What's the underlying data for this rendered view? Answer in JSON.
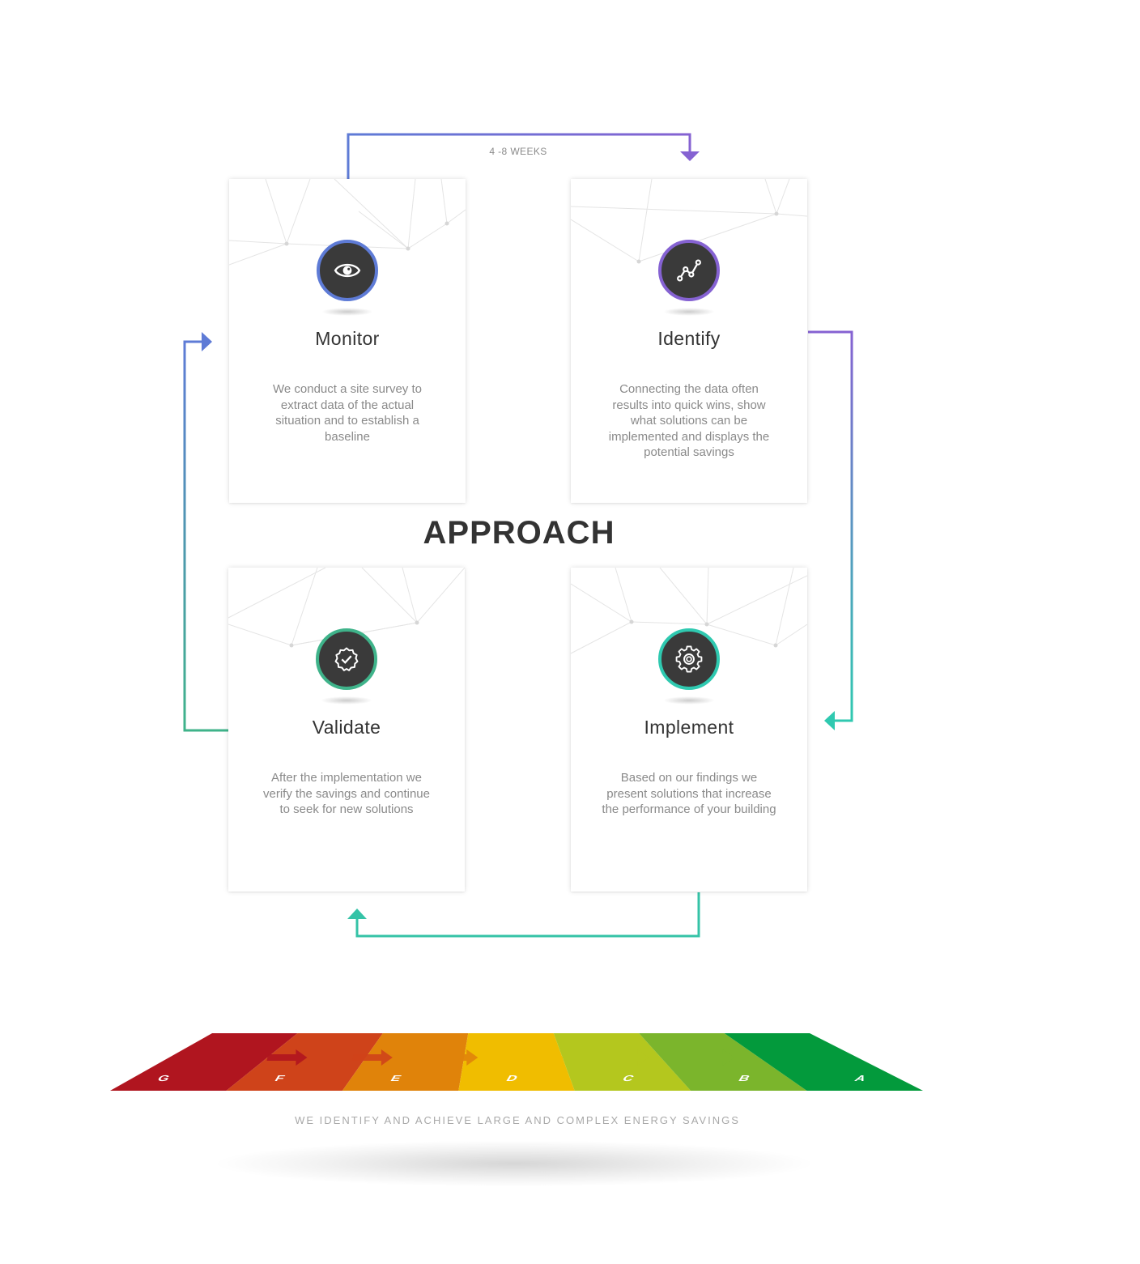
{
  "title": "APPROACH",
  "cycle_duration": "4 -8 WEEKS",
  "steps": [
    {
      "title": "Monitor",
      "description": "We conduct a site survey to extract data of the actual situation and to establish a baseline",
      "icon": "eye-icon",
      "color": "#5e7bd6"
    },
    {
      "title": "Identify",
      "description": "Connecting the data often results into quick wins, show what solutions can be implemented and displays the potential savings",
      "icon": "line-chart-icon",
      "color": "#8562d2"
    },
    {
      "title": "Validate",
      "description": "After the implementation we verify the savings and continue to seek for new solutions",
      "icon": "badge-check-icon",
      "color": "#3fb38a"
    },
    {
      "title": "Implement",
      "description": "Based on our findings we present solutions that increase the performance of your building",
      "icon": "gear-icon",
      "color": "#2fc9b0"
    }
  ],
  "energy_labels": [
    {
      "label": "G",
      "color": "#b0151f"
    },
    {
      "label": "F",
      "color": "#cf431a"
    },
    {
      "label": "E",
      "color": "#e0830a"
    },
    {
      "label": "D",
      "color": "#f0bd00"
    },
    {
      "label": "C",
      "color": "#b4c71e"
    },
    {
      "label": "B",
      "color": "#7bb52c"
    },
    {
      "label": "A",
      "color": "#039a3c"
    }
  ],
  "footer": "WE IDENTIFY AND ACHIEVE LARGE AND COMPLEX ENERGY SAVINGS"
}
